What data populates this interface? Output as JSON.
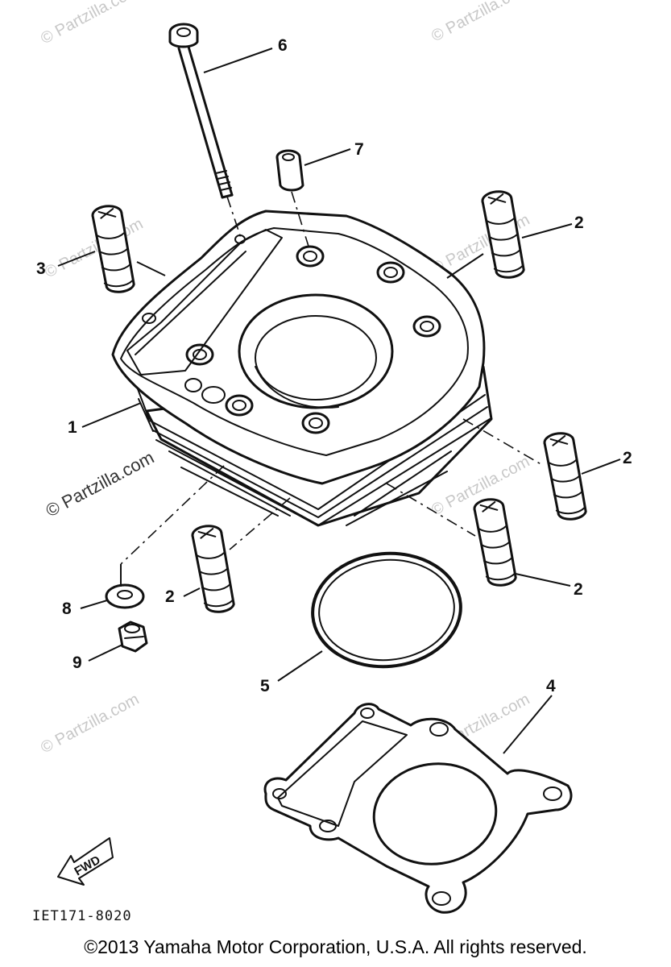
{
  "watermark": {
    "text": "© Partzilla.com",
    "prominent_text": "© Partzilla.com"
  },
  "callouts": {
    "c1": "1",
    "c2a": "2",
    "c2b": "2",
    "c2c": "2",
    "c2d": "2",
    "c3": "3",
    "c4": "4",
    "c5": "5",
    "c6": "6",
    "c7": "7",
    "c8": "8",
    "c9": "9"
  },
  "fwd_label": "FWD",
  "diagram_code": "IET171-8020",
  "copyright": "©2013  Yamaha Motor Corporation, U.S.A. All rights reserved."
}
